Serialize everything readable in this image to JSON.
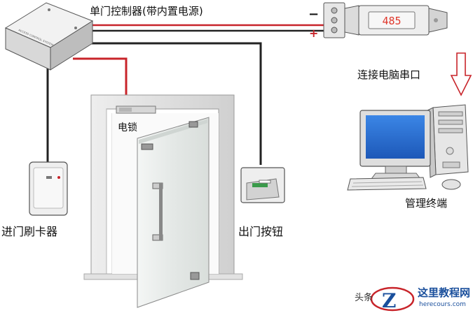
{
  "labels": {
    "controller": "单门控制器(带内置电源)",
    "serial_port": "连接电脑串口",
    "lock": "电锁",
    "card_reader": "进门刷卡器",
    "exit_button": "出门按钮",
    "management_terminal": "管理终端",
    "polarity_negative": "−",
    "polarity_positive": "+",
    "converter_display": "485",
    "controller_plate": "ACCESS CONTROL SYSTEM"
  },
  "watermark": {
    "prefix": "头条",
    "site_name": "这里教程网",
    "site_url": "herecours.com"
  },
  "colors": {
    "wire_red": "#c8242a",
    "wire_black": "#222222",
    "door_frame": "#d6d6d6",
    "door_glass": "#e8ecea",
    "monitor_screen": "#2a6fd6",
    "converter_display_text": "#e0382c",
    "watermark_blue": "#1a4f9c"
  },
  "icons": [
    "controller-box",
    "rs485-converter",
    "electric-lock",
    "glass-door",
    "card-reader",
    "exit-button",
    "desktop-computer",
    "down-arrow-icon",
    "logo-z-icon"
  ]
}
